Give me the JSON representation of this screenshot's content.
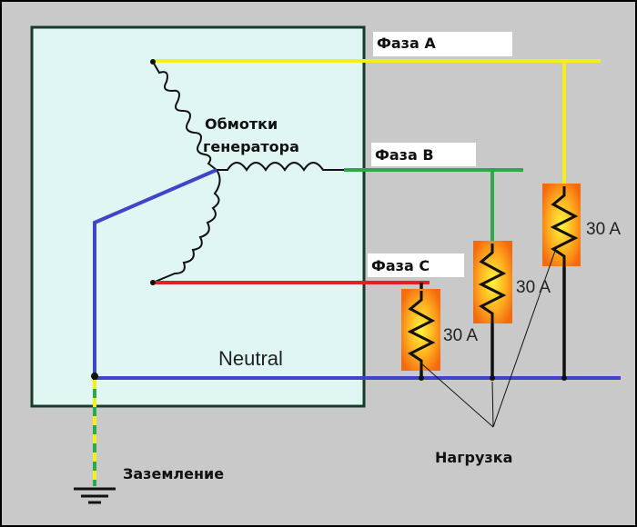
{
  "labels": {
    "phase_a": "Фаза A",
    "phase_b": "Фаза B",
    "phase_c": "Фаза C",
    "windings_line1": "Обмотки",
    "windings_line2": "генератора",
    "neutral": "Neutral",
    "ground": "Заземление",
    "load": "Нагрузка"
  },
  "loads": [
    {
      "phase": "A",
      "current": "30 A"
    },
    {
      "phase": "B",
      "current": "30 A"
    },
    {
      "phase": "C",
      "current": "30 A"
    }
  ],
  "colors": {
    "phase_a": "#f5ee1a",
    "phase_b": "#2fa84a",
    "phase_c": "#e0202a",
    "neutral": "#3f44c8",
    "background": "#c9c9c9",
    "generator_box": "#e0f6f3"
  }
}
